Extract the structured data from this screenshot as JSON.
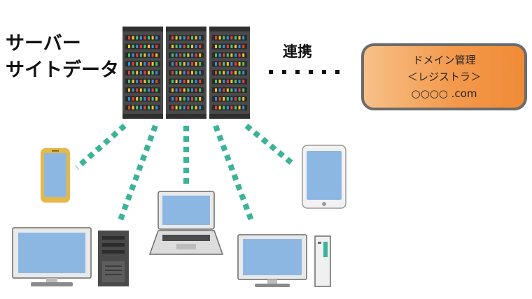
{
  "labels": {
    "server_line1": "サーバー",
    "server_line2": "サイトデータ",
    "link": "連携",
    "dots": "・・・・・・"
  },
  "domain_box": {
    "line1": "ドメイン管理",
    "line2": "＜レジストラ＞",
    "line3": "○○○○ .com"
  },
  "colors": {
    "connector": "#3bb39a",
    "screen": "#8cb7e3",
    "device_body": "#e9e9e9",
    "device_outline": "#5e5e5e",
    "phone_frame": "#e5b84a",
    "server_body": "#4a4a4a",
    "box_fill": "#f39a4d",
    "box_border": "#6b6b6b"
  },
  "icons": [
    "server-rack-icon",
    "smartphone-icon",
    "tablet-icon",
    "laptop-icon",
    "desktop-monitor-icon",
    "tower-pc-icon"
  ]
}
